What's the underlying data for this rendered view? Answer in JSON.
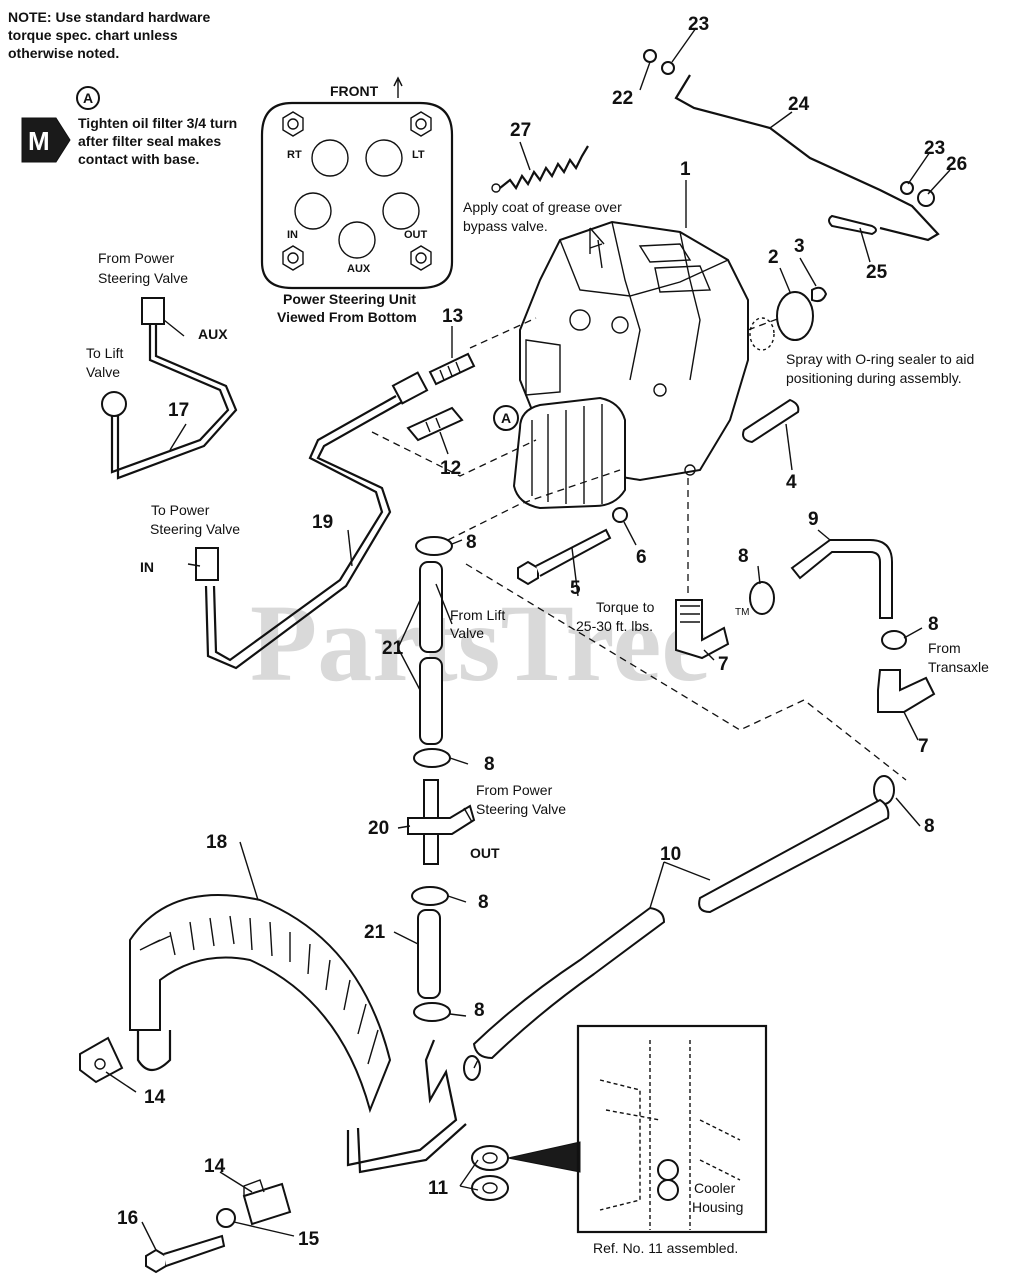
{
  "note": {
    "lines": [
      "NOTE: Use standard hardware",
      "torque spec. chart unless",
      "otherwise noted."
    ]
  },
  "callout_a": {
    "badge": "M",
    "letter": "A",
    "lines": [
      "Tighten oil filter 3/4 turn",
      "after filter seal makes",
      "contact with base."
    ]
  },
  "bottom_view": {
    "front": "FRONT",
    "ports": {
      "rt": "RT",
      "lt": "LT",
      "in": "IN",
      "out": "OUT",
      "aux": "AUX"
    },
    "caption": [
      "Power Steering Unit",
      "Viewed From Bottom"
    ]
  },
  "annotations": {
    "grease": [
      "Apply coat of grease over",
      "bypass valve."
    ],
    "oring": [
      "Spray with O-ring sealer to aid",
      "positioning during assembly."
    ],
    "torque": [
      "Torque to",
      "25-30 ft. lbs."
    ],
    "from_ps_valve_top": [
      "From Power",
      "Steering Valve"
    ],
    "aux": "AUX",
    "to_lift_valve": [
      "To Lift",
      "Valve"
    ],
    "to_ps_valve": [
      "To Power",
      "Steering Valve"
    ],
    "in": "IN",
    "from_lift_valve": [
      "From Lift",
      "Valve"
    ],
    "from_transaxle": [
      "From",
      "Transaxle"
    ],
    "from_ps_valve_mid": [
      "From Power",
      "Steering Valve"
    ],
    "out": "OUT",
    "cooler_housing": [
      "Cooler",
      "Housing"
    ],
    "ref_assembled": "Ref. No. 11 assembled.",
    "callout_a_letter": "A"
  },
  "part_numbers": {
    "p1": "1",
    "p2": "2",
    "p3": "3",
    "p4": "4",
    "p5": "5",
    "p6": "6",
    "p7a": "7",
    "p7b": "7",
    "p8a": "8",
    "p8b": "8",
    "p8c": "8",
    "p8d": "8",
    "p8e": "8",
    "p8f": "8",
    "p8g": "8",
    "p9": "9",
    "p10": "10",
    "p11": "11",
    "p12": "12",
    "p13": "13",
    "p14a": "14",
    "p14b": "14",
    "p15": "15",
    "p16": "16",
    "p17": "17",
    "p18": "18",
    "p19": "19",
    "p20": "20",
    "p21a": "21",
    "p21b": "21",
    "p22": "22",
    "p23a": "23",
    "p23b": "23",
    "p24": "24",
    "p25": "25",
    "p26": "26",
    "p27": "27"
  },
  "watermark": {
    "text": "PartsTree",
    "tm": "TM"
  }
}
